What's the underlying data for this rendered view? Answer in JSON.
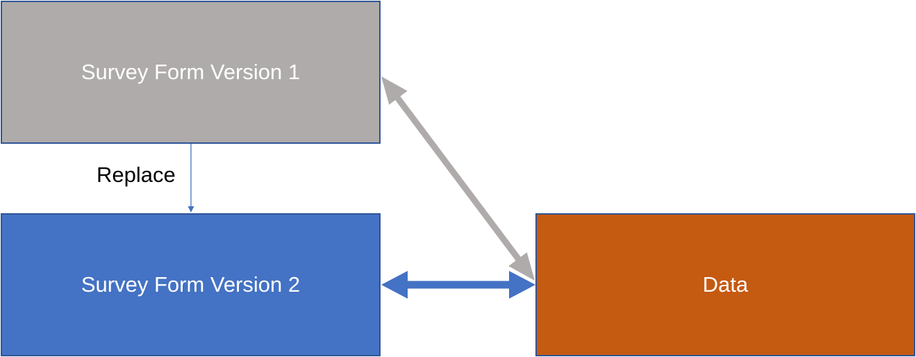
{
  "diagram": {
    "nodes": {
      "form_v1": {
        "label": "Survey Form Version 1",
        "color": "#AEABAA"
      },
      "form_v2": {
        "label": "Survey Form Version 2",
        "color": "#4472C4"
      },
      "data": {
        "label": "Data",
        "color": "#C55A11"
      }
    },
    "edges": [
      {
        "from": "form_v1",
        "to": "form_v2",
        "label": "Replace",
        "style": "thin-arrow",
        "color": "#4472C4"
      },
      {
        "from": "form_v1",
        "to": "data",
        "label": "",
        "style": "double-arrow",
        "color": "#AEABAA"
      },
      {
        "from": "form_v2",
        "to": "data",
        "label": "",
        "style": "double-arrow",
        "color": "#4472C4"
      }
    ],
    "border_color": "#2F5597",
    "text_color": "#FFFFFF"
  }
}
